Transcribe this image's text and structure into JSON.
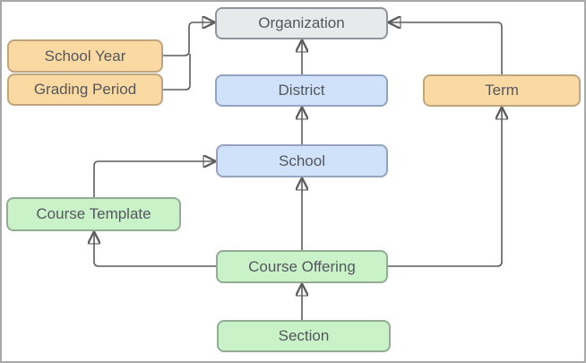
{
  "diagram": {
    "nodes": [
      {
        "id": "organization",
        "label": "Organization",
        "fill": "#e8e9eb",
        "color_group": "gray"
      },
      {
        "id": "school-year",
        "label": "School Year",
        "fill": "#fbd9a2",
        "color_group": "orange"
      },
      {
        "id": "grading-period",
        "label": "Grading Period",
        "fill": "#fbd9a2",
        "color_group": "orange"
      },
      {
        "id": "district",
        "label": "District",
        "fill": "#cfe2f9",
        "color_group": "blue"
      },
      {
        "id": "term",
        "label": "Term",
        "fill": "#fbd9a2",
        "color_group": "orange"
      },
      {
        "id": "school",
        "label": "School",
        "fill": "#cfe2f9",
        "color_group": "blue"
      },
      {
        "id": "course-template",
        "label": "Course Template",
        "fill": "#c9f2c9",
        "color_group": "green"
      },
      {
        "id": "course-offering",
        "label": "Course Offering",
        "fill": "#c9f2c9",
        "color_group": "green"
      },
      {
        "id": "section",
        "label": "Section",
        "fill": "#c9f2c9",
        "color_group": "green"
      }
    ],
    "edges": [
      {
        "from": "school-year",
        "to": "organization"
      },
      {
        "from": "grading-period",
        "to": "organization"
      },
      {
        "from": "district",
        "to": "organization"
      },
      {
        "from": "term",
        "to": "organization"
      },
      {
        "from": "school",
        "to": "district"
      },
      {
        "from": "course-template",
        "to": "school"
      },
      {
        "from": "course-offering",
        "to": "school"
      },
      {
        "from": "course-offering",
        "to": "course-template"
      },
      {
        "from": "course-offering",
        "to": "term"
      },
      {
        "from": "section",
        "to": "course-offering"
      }
    ],
    "colors": {
      "orange": "#fbd9a2",
      "blue": "#cfe2f9",
      "green": "#c9f2c9",
      "gray": "#e8e9eb",
      "edge_line": "#5c5c5c",
      "arrowhead": "#1f1f1f",
      "text": "#54575c",
      "frame_border": "#a8a8a8"
    }
  }
}
